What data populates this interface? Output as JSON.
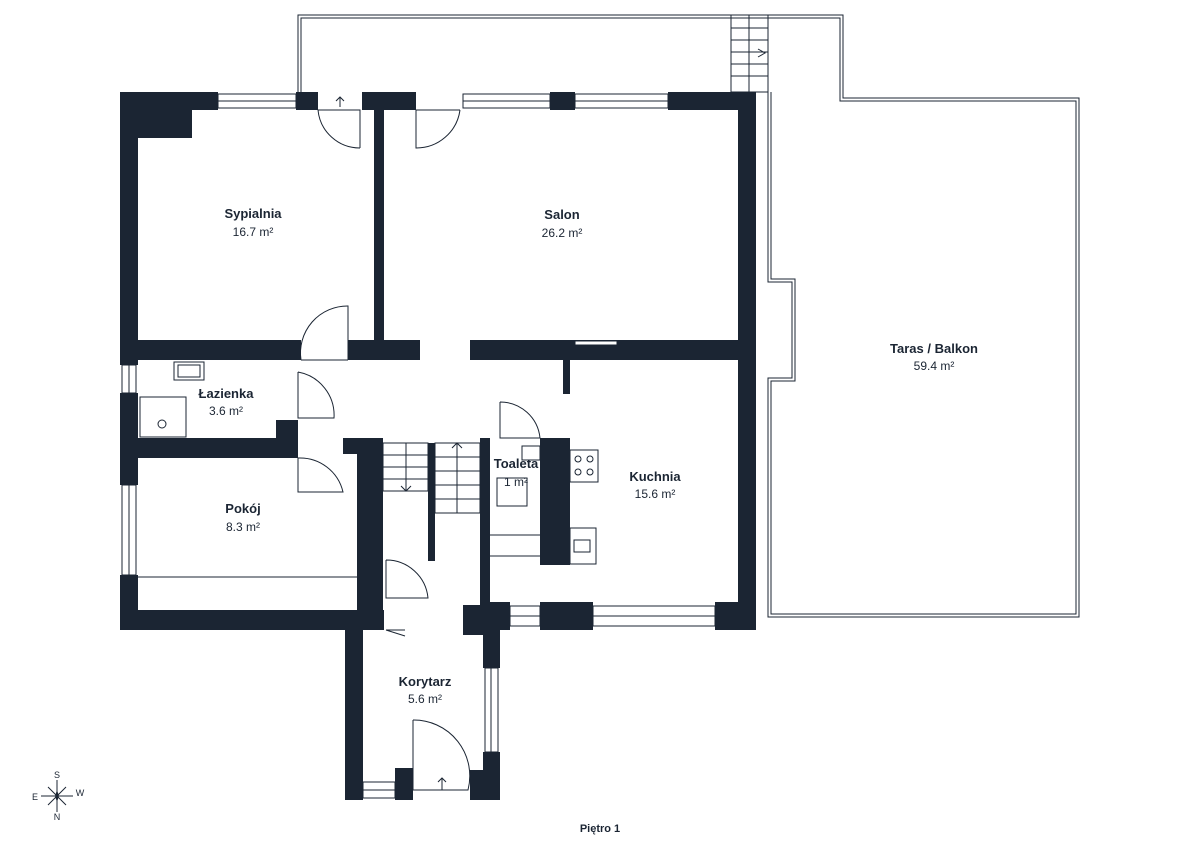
{
  "floor_label": "Piętro 1",
  "compass": {
    "north": "N",
    "south": "S",
    "east": "E",
    "west": "W"
  },
  "rooms": [
    {
      "id": "sypialnia",
      "name": "Sypialnia",
      "area": "16.7 m²"
    },
    {
      "id": "salon",
      "name": "Salon",
      "area": "26.2 m²"
    },
    {
      "id": "taras",
      "name": "Taras / Balkon",
      "area": "59.4 m²"
    },
    {
      "id": "lazienka",
      "name": "Łazienka",
      "area": "3.6 m²"
    },
    {
      "id": "toaleta",
      "name": "Toaleta",
      "area": "1 m²"
    },
    {
      "id": "kuchnia",
      "name": "Kuchnia",
      "area": "15.6 m²"
    },
    {
      "id": "pokoj",
      "name": "Pokój",
      "area": "8.3 m²"
    },
    {
      "id": "korytarz",
      "name": "Korytarz",
      "area": "5.6 m²"
    }
  ]
}
